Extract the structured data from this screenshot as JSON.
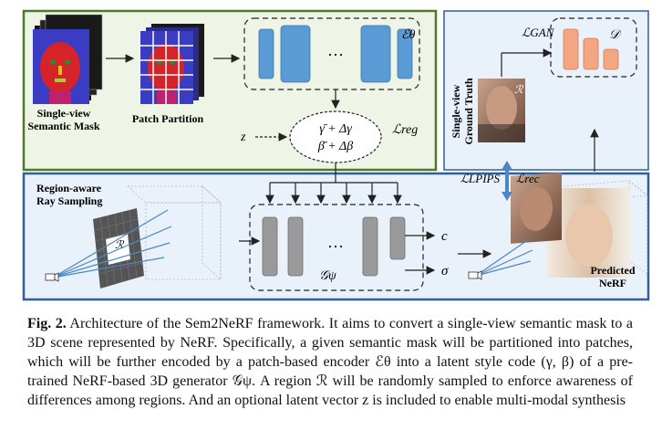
{
  "figure": {
    "encoder_symbol": "ℰθ",
    "generator_symbol": "𝒢ψ",
    "region_symbol": "ℛ",
    "disc_symbol": "𝒟",
    "labels": {
      "semantic_mask": [
        "Single-view",
        "Semantic Mask"
      ],
      "patch_partition": "Patch Partition",
      "z": "z",
      "style_line1": "γ̄ + Δγ",
      "style_line2": "β̄ + Δβ",
      "l_reg": "ℒreg",
      "region_aware": [
        "Region-aware",
        "Ray Sampling"
      ],
      "dots": "···",
      "out_c": "c",
      "out_sigma": "σ",
      "gt_vertical": [
        "Single-view",
        "Ground Truth"
      ],
      "l_gan": "ℒGAN",
      "l_lpips": "ℒLPIPS",
      "l_rec": "ℒrec",
      "predicted": [
        "Predicted",
        "NeRF"
      ]
    },
    "colors": {
      "top_panel_bg": "#eef5e6",
      "top_panel_border": "#4f7a28",
      "bottom_panel_bg": "#e9f1fa",
      "bottom_panel_border": "#2f5f9e",
      "encoder_block": "#5b9bd5",
      "generator_block": "#9a9a9a",
      "disc_block": "#f4a582",
      "arrow_blue": "#4a86c8"
    }
  },
  "caption": {
    "label": "Fig. 2.",
    "text": " Architecture of the Sem2NeRF framework. It aims to convert a single-view semantic mask to a 3D scene represented by NeRF. Specifically, a given semantic mask will be partitioned into patches, which will be further encoded by a patch-based encoder ℰθ into a latent style code (γ, β) of a pre-trained NeRF-based 3D generator 𝒢ψ. A region ℛ will be randomly sampled to enforce awareness of differences among regions. And an optional latent vector z is included to enable multi-modal synthesis"
  }
}
